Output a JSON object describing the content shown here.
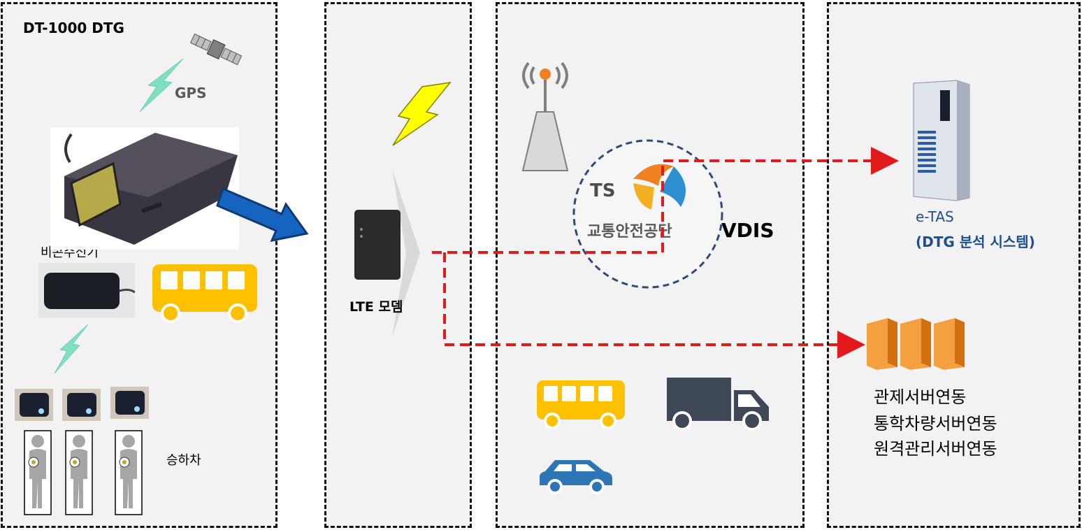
{
  "device_title": "DT-1000 DTG",
  "gps_label": "GPS",
  "beacon_label": "비콘수신기",
  "boarding_label": "승하차",
  "modem_label": "LTE 모뎀",
  "ts_logo": {
    "abbr": "TS",
    "name": "교통안전공단"
  },
  "vdis_label": "VDIS",
  "etas": {
    "line1": "e-TAS",
    "line2": "(DTG 분석 시스템)"
  },
  "server_links": [
    "관제서버연동",
    "통학차량서버연동",
    "원격관리서버연동"
  ],
  "colors": {
    "link_red": "#e31a1c",
    "bus_yellow": "#ffc000",
    "truck_dark": "#3f4856",
    "car_blue": "#2e75b6",
    "etas_blue": "#1f4e8c",
    "circle_navy": "#2f4a7a"
  }
}
